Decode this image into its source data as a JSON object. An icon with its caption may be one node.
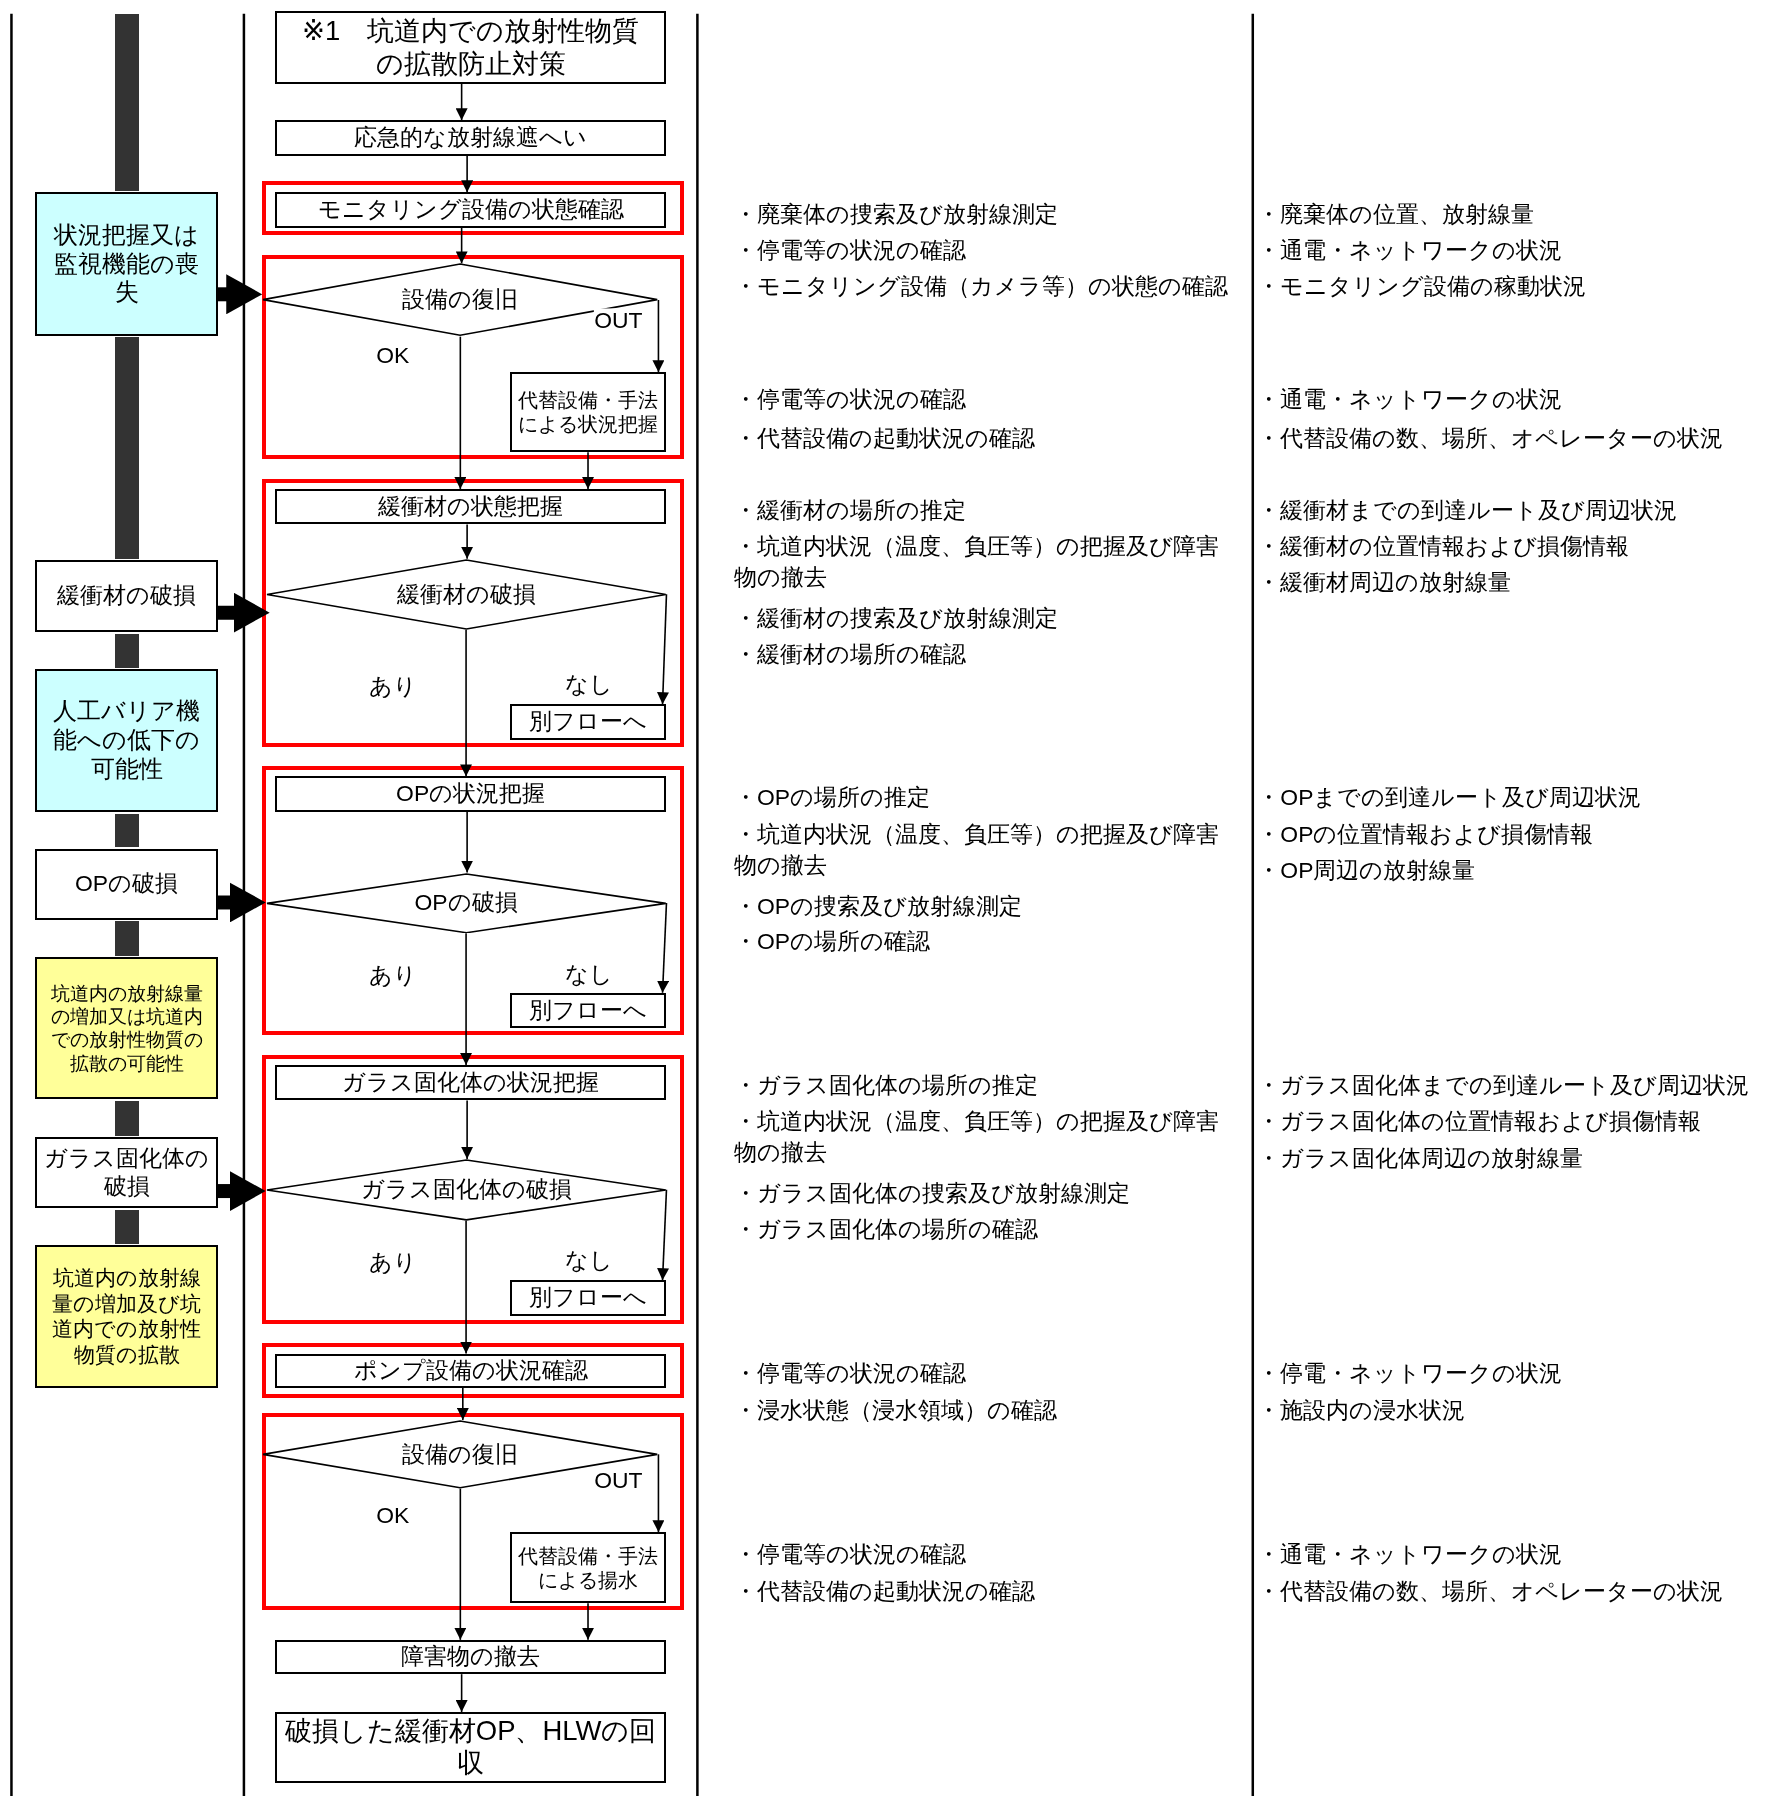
{
  "diagram": {
    "nodes": [
      {
        "text": [
          "※1　坑道内での放射性物質の拡散防止対策"
        ]
      },
      {
        "text": [
          "応急的な放射線遮へい"
        ]
      },
      {
        "text": [],
        "shape": "box"
      },
      {
        "text": [
          "モニタリング設備の状態確認"
        ],
        "in": 2
      },
      {
        "text": [],
        "shape": "box"
      },
      {
        "text": [
          "設備の復旧"
        ],
        "in": 4
      },
      {
        "text": [
          "代替設備・手法による状況把握"
        ],
        "in": 4
      },
      {
        "text": [],
        "shape": "box"
      },
      {
        "text": [
          "緩衝材の状態把握"
        ],
        "in": 7
      },
      {
        "text": [
          "緩衝材の破損"
        ],
        "in": 7
      },
      {
        "text": [
          "別フローへ"
        ],
        "in": 7
      },
      {
        "text": [],
        "shape": "box"
      },
      {
        "text": [
          "OPの状況把握"
        ],
        "in": 11
      },
      {
        "text": [
          "OPの破損"
        ],
        "in": 11
      },
      {
        "text": [
          "別フローへ"
        ],
        "in": 11
      },
      {
        "text": [],
        "shape": "box"
      },
      {
        "text": [
          "ガラス固化体の状況把握"
        ],
        "in": 15
      },
      {
        "text": [
          "ガラス固化体の破損"
        ],
        "in": 15
      },
      {
        "text": [
          "別フローへ"
        ],
        "in": 15
      },
      {
        "text": [],
        "shape": "box"
      },
      {
        "text": [
          "ポンプ設備の状況確認"
        ],
        "in": 19
      },
      {
        "text": [],
        "shape": "box"
      },
      {
        "text": [
          "設備の復旧"
        ],
        "in": 21
      },
      {
        "text": [
          "代替設備・手法による揚水"
        ],
        "in": 21
      },
      {
        "text": [
          "障害物の撤去"
        ]
      },
      {
        "text": [
          "破損した緩衝材OP、HLWの回収"
        ]
      },
      {
        "text": [
          "状況把握又は監視機能の喪失"
        ]
      },
      {
        "text": [
          "緩衝材の破損"
        ]
      },
      {
        "text": [
          "人工バリア機能への低下の可能性"
        ]
      },
      {
        "text": [
          "OPの破損"
        ]
      },
      {
        "text": [
          "坑道内の放射線量の増加又は坑道内での放射性物質の拡散の可能性"
        ]
      },
      {
        "text": [
          "ガラス固化体の破損"
        ]
      },
      {
        "text": [
          "坑道内の放射線量の増加及び坑道内での放射性物質の拡散"
        ]
      },
      {
        "text": [],
        "shape": "bar"
      },
      {
        "text": [],
        "shape": "bar"
      },
      {
        "text": [],
        "shape": "bar"
      },
      {
        "text": [],
        "shape": "bar"
      },
      {
        "text": [],
        "shape": "bar"
      },
      {
        "text": [],
        "shape": "bar"
      },
      {
        "text": [],
        "shape": "bar"
      }
    ],
    "edges": [
      {
        "from": 0,
        "to": 1,
        "arrow": "to"
      },
      {
        "from": 1,
        "to": 3,
        "arrow": "to"
      },
      {
        "from": 3,
        "to": 5,
        "arrow": "to"
      },
      {
        "from": 5,
        "to": 8,
        "arrow": "to",
        "label": "OK"
      },
      {
        "from": 5,
        "to": 6,
        "arrow": "to",
        "label": "OUT"
      },
      {
        "from": 6,
        "to": 8,
        "arrow": "to"
      },
      {
        "from": 8,
        "to": 9,
        "arrow": "to"
      },
      {
        "from": 9,
        "to": 12,
        "arrow": "to",
        "label": "あり"
      },
      {
        "from": 9,
        "to": 10,
        "arrow": "to",
        "label": "なし"
      },
      {
        "from": 12,
        "to": 13,
        "arrow": "to"
      },
      {
        "from": 13,
        "to": 16,
        "arrow": "to",
        "label": "あり"
      },
      {
        "from": 13,
        "to": 14,
        "arrow": "to",
        "label": "なし"
      },
      {
        "from": 16,
        "to": 17,
        "arrow": "to"
      },
      {
        "from": 17,
        "to": 20,
        "arrow": "to",
        "label": "あり"
      },
      {
        "from": 17,
        "to": 18,
        "arrow": "to",
        "label": "なし"
      },
      {
        "from": 20,
        "to": 22,
        "arrow": "to"
      },
      {
        "from": 22,
        "to": 24,
        "arrow": "to",
        "label": "OK"
      },
      {
        "from": 22,
        "to": 23,
        "arrow": "to",
        "label": "OUT"
      },
      {
        "from": 23,
        "to": 24,
        "arrow": "to"
      },
      {
        "from": 24,
        "to": 25,
        "arrow": "to"
      },
      {
        "from": 26,
        "to": 5,
        "arrow": "to",
        "style": "thick"
      },
      {
        "from": 27,
        "to": 9,
        "arrow": "to",
        "style": "thick"
      },
      {
        "from": 29,
        "to": 13,
        "arrow": "to",
        "style": "thick"
      },
      {
        "from": 31,
        "to": 17,
        "arrow": "to",
        "style": "thick"
      }
    ],
    "labels": [
      "・廃棄体の捜索及び放射線測定",
      "・停電等の状況の確認",
      "・モニタリング設備（カメラ等）の状態の確認",
      "・廃棄体の位置、放射線量",
      "・通電・ネットワークの状況",
      "・モニタリング設備の稼動状況",
      "・停電等の状況の確認",
      "・代替設備の起動状況の確認",
      "・通電・ネットワークの状況",
      "・代替設備の数、場所、オペレーターの状況",
      "・緩衝材の場所の推定",
      "・坑道内状況（温度、負圧等）の把握及び障害物の撤去",
      "・緩衝材の捜索及び放射線測定",
      "・緩衝材の場所の確認",
      "・緩衝材までの到達ルート及び周辺状況",
      "・緩衝材の位置情報および損傷情報",
      "・緩衝材周辺の放射線量",
      "・OPの場所の推定",
      "・坑道内状況（温度、負圧等）の把握及び障害物の撤去",
      "・OPの捜索及び放射線測定",
      "・OPの場所の確認",
      "・OPまでの到達ルート及び周辺状況",
      "・OPの位置情報および損傷情報",
      "・OP周辺の放射線量",
      "・ガラス固化体の場所の推定",
      "・坑道内状況（温度、負圧等）の把握及び障害物の撤去",
      "・ガラス固化体の捜索及び放射線測定",
      "・ガラス固化体の場所の確認",
      "・ガラス固化体までの到達ルート及び周辺状況",
      "・ガラス固化体の位置情報および損傷情報",
      "・ガラス固化体周辺の放射線量",
      "・停電等の状況の確認",
      "・浸水状態（浸水領域）の確認",
      "・停電・ネットワークの状況",
      "・施設内の浸水状況",
      "・停電等の状況の確認",
      "・代替設備の起動状況の確認",
      "・通電・ネットワークの状況",
      "・代替設備の数、場所、オペレーターの状況"
    ]
  }
}
